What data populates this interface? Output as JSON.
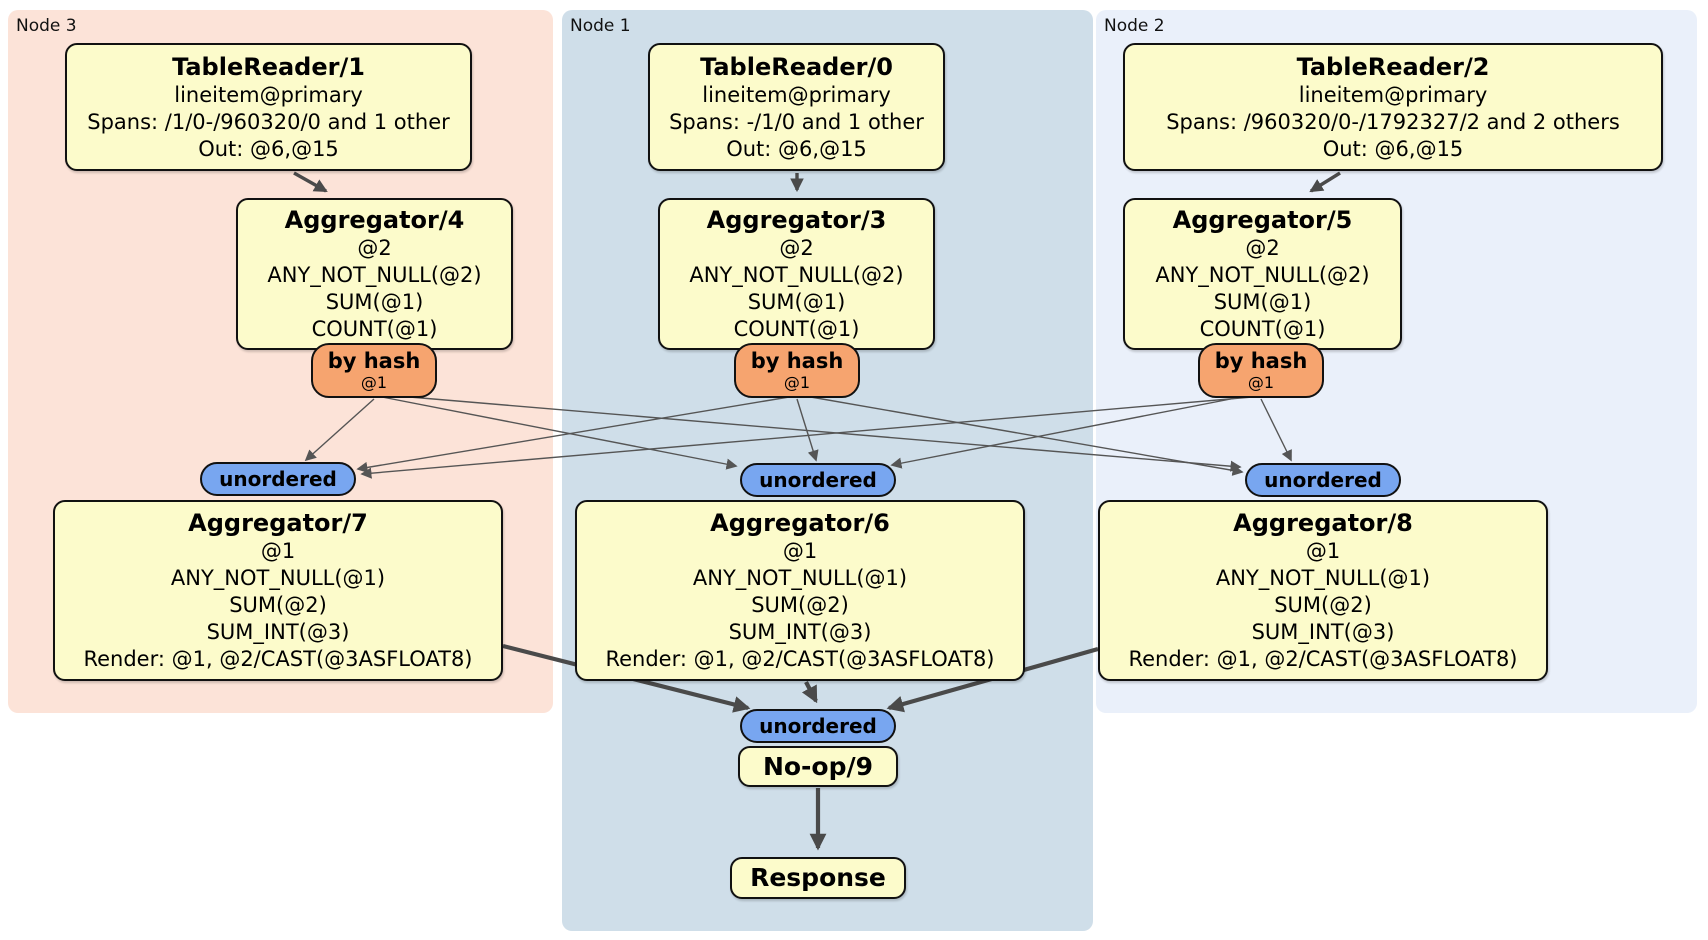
{
  "regions": {
    "node3": {
      "label": "Node 3"
    },
    "node1": {
      "label": "Node 1"
    },
    "node2": {
      "label": "Node 2"
    }
  },
  "boxes": {
    "tr1": {
      "title": "TableReader/1",
      "lines": [
        "lineitem@primary",
        "Spans: /1/0-/960320/0 and 1 other",
        "Out: @6,@15"
      ]
    },
    "tr0": {
      "title": "TableReader/0",
      "lines": [
        "lineitem@primary",
        "Spans: -/1/0 and 1 other",
        "Out: @6,@15"
      ]
    },
    "tr2": {
      "title": "TableReader/2",
      "lines": [
        "lineitem@primary",
        "Spans: /960320/0-/1792327/2 and 2 others",
        "Out: @6,@15"
      ]
    },
    "agg4": {
      "title": "Aggregator/4",
      "lines": [
        "@2",
        "ANY_NOT_NULL(@2)",
        "SUM(@1)",
        "COUNT(@1)"
      ]
    },
    "agg3": {
      "title": "Aggregator/3",
      "lines": [
        "@2",
        "ANY_NOT_NULL(@2)",
        "SUM(@1)",
        "COUNT(@1)"
      ]
    },
    "agg5": {
      "title": "Aggregator/5",
      "lines": [
        "@2",
        "ANY_NOT_NULL(@2)",
        "SUM(@1)",
        "COUNT(@1)"
      ]
    },
    "agg7": {
      "title": "Aggregator/7",
      "lines": [
        "@1",
        "ANY_NOT_NULL(@1)",
        "SUM(@2)",
        "SUM_INT(@3)",
        "Render: @1, @2/CAST(@3ASFLOAT8)"
      ]
    },
    "agg6": {
      "title": "Aggregator/6",
      "lines": [
        "@1",
        "ANY_NOT_NULL(@1)",
        "SUM(@2)",
        "SUM_INT(@3)",
        "Render: @1, @2/CAST(@3ASFLOAT8)"
      ]
    },
    "agg8": {
      "title": "Aggregator/8",
      "lines": [
        "@1",
        "ANY_NOT_NULL(@1)",
        "SUM(@2)",
        "SUM_INT(@3)",
        "Render: @1, @2/CAST(@3ASFLOAT8)"
      ]
    },
    "noop": {
      "title": "No-op/9"
    },
    "response": {
      "title": "Response"
    }
  },
  "router": {
    "label": "by hash",
    "detail": "@1"
  },
  "stream": {
    "label": "unordered"
  },
  "edges": [
    {
      "from": "TableReader/1",
      "to": "Aggregator/4"
    },
    {
      "from": "TableReader/0",
      "to": "Aggregator/3"
    },
    {
      "from": "TableReader/2",
      "to": "Aggregator/5"
    },
    {
      "from": "Aggregator/4 by hash @1",
      "to": "unordered Aggregator/7"
    },
    {
      "from": "Aggregator/4 by hash @1",
      "to": "unordered Aggregator/6"
    },
    {
      "from": "Aggregator/4 by hash @1",
      "to": "unordered Aggregator/8"
    },
    {
      "from": "Aggregator/3 by hash @1",
      "to": "unordered Aggregator/7"
    },
    {
      "from": "Aggregator/3 by hash @1",
      "to": "unordered Aggregator/6"
    },
    {
      "from": "Aggregator/3 by hash @1",
      "to": "unordered Aggregator/8"
    },
    {
      "from": "Aggregator/5 by hash @1",
      "to": "unordered Aggregator/7"
    },
    {
      "from": "Aggregator/5 by hash @1",
      "to": "unordered Aggregator/6"
    },
    {
      "from": "Aggregator/5 by hash @1",
      "to": "unordered Aggregator/8"
    },
    {
      "from": "Aggregator/7",
      "to": "unordered No-op/9"
    },
    {
      "from": "Aggregator/6",
      "to": "unordered No-op/9"
    },
    {
      "from": "Aggregator/8",
      "to": "unordered No-op/9"
    },
    {
      "from": "No-op/9",
      "to": "Response"
    }
  ],
  "colors": {
    "node3_bg": "#fce3d8",
    "node1_bg": "#cfdee9",
    "node2_bg": "#eaf0fa",
    "processor_bg": "#fcfbcb",
    "router_bg": "#f6a46f",
    "stream_bg": "#78a6f0",
    "edge": "#4a4a4a"
  }
}
